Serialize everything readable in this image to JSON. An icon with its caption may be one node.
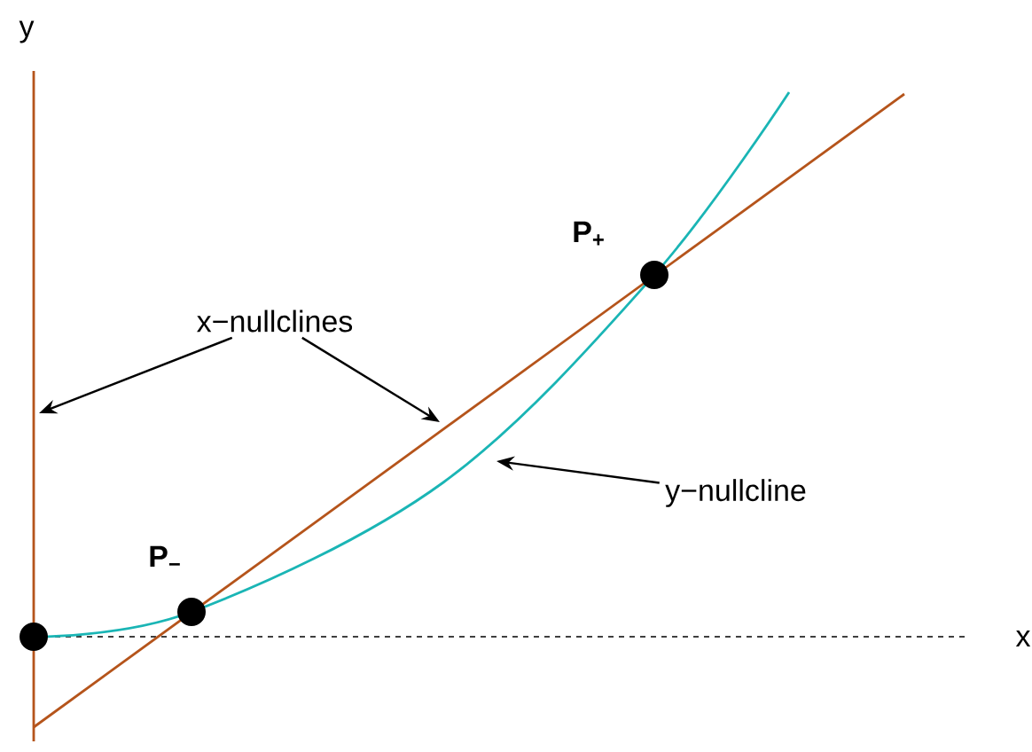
{
  "diagram": {
    "nodes": [
      {
        "text": [
          "x−nullclines"
        ]
      },
      {
        "text": [
          "y−nullcline"
        ]
      }
    ],
    "edges": [
      {
        "from": 0,
        "to": null,
        "arrow": "to"
      },
      {
        "from": 0,
        "to": null,
        "arrow": "to"
      },
      {
        "from": 1,
        "to": null,
        "arrow": "to"
      }
    ],
    "labels": [
      "y",
      "x",
      "P$_{+}$",
      "P$_{−}$"
    ]
  }
}
